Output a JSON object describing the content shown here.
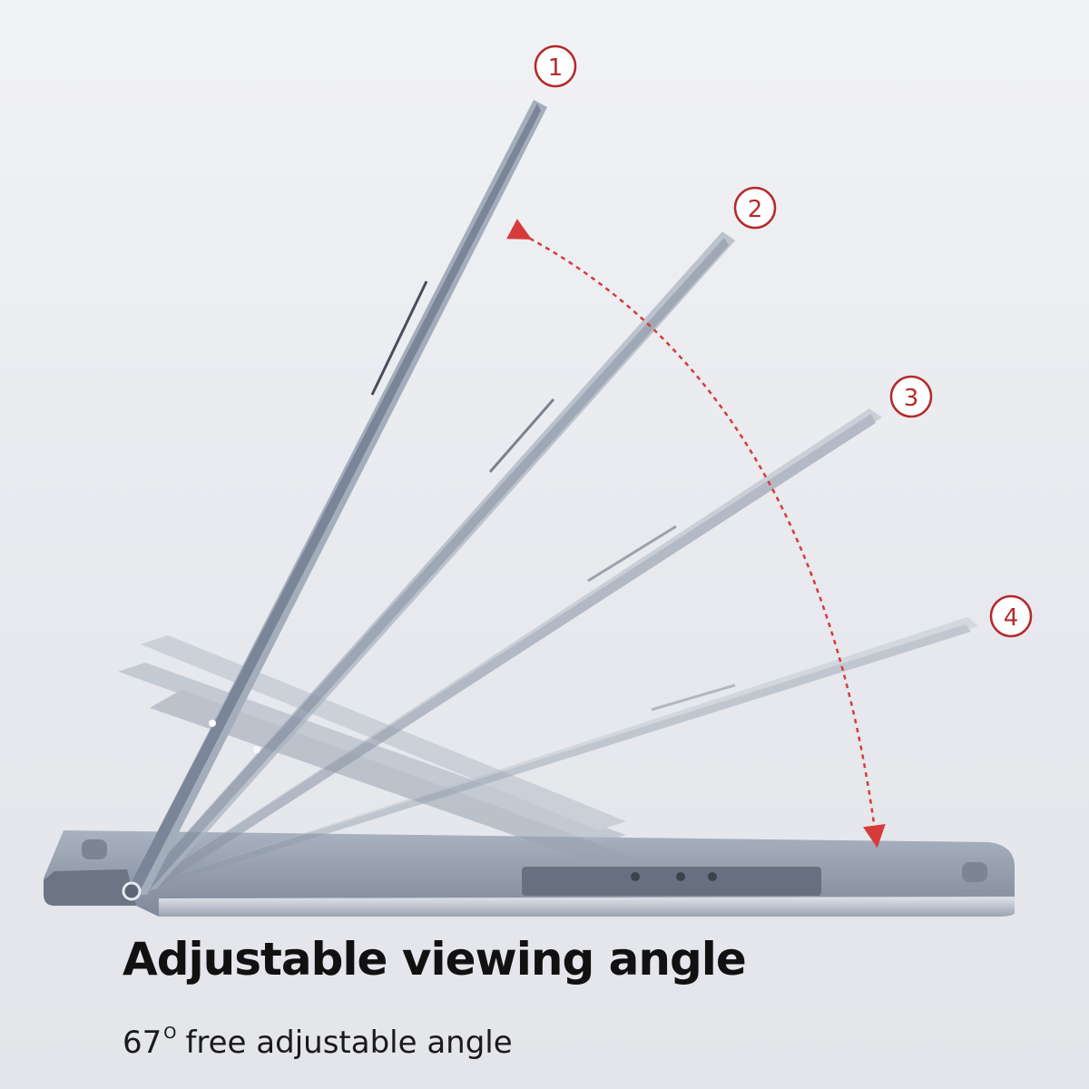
{
  "illustration": {
    "subject": "adjustable tablet stand shown at four tilt positions",
    "positions": [
      {
        "marker": "1"
      },
      {
        "marker": "2"
      },
      {
        "marker": "3"
      },
      {
        "marker": "4"
      }
    ],
    "colors": {
      "marker_red": "#b52a2a",
      "arrow_red": "#d63a3a",
      "stand_metal": "#8d98a8",
      "stand_dark": "#5d6674",
      "background": "#eceef2"
    }
  },
  "caption": {
    "headline": "Adjustable viewing angle",
    "angle_value": "67",
    "degree_mark": "O",
    "description": "free adjustable angle"
  }
}
